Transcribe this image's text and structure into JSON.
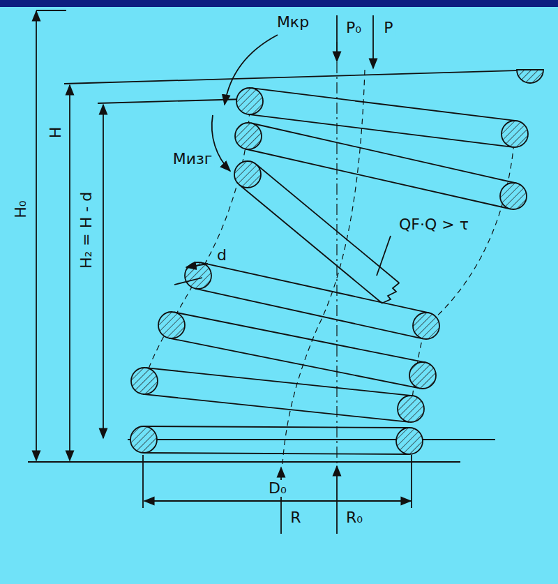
{
  "diagram": {
    "labels": [
      "Mкр",
      "P₀",
      "P",
      "Mизг",
      "QF·Q > τ",
      "d",
      "H₀",
      "H",
      "H₂ = H - d",
      "R",
      "R₀",
      "D₀"
    ]
  }
}
